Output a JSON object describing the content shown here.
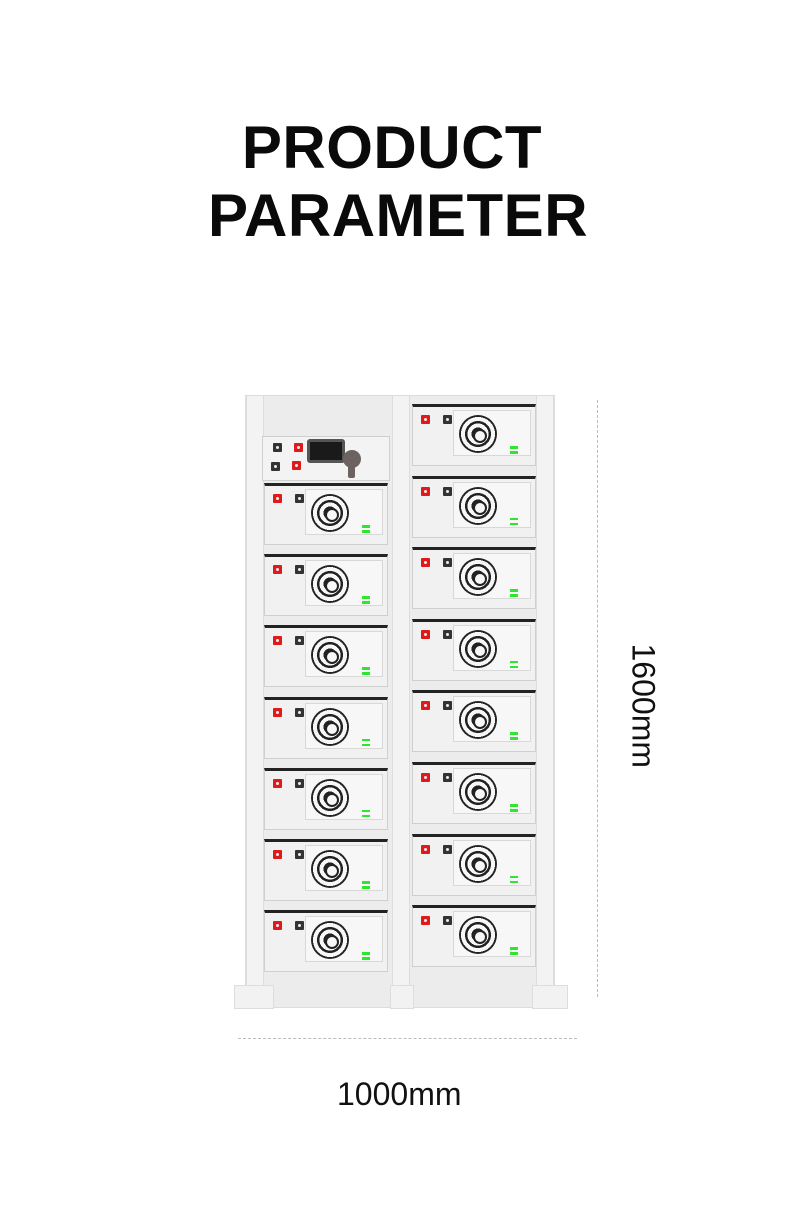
{
  "title": {
    "line1": "PRODUCT",
    "line2": "PARAMETER"
  },
  "dimensions": {
    "height": "1600mm",
    "width": "1000mm"
  },
  "cabinet": {
    "left_column_modules": 7,
    "right_column_modules": 8,
    "has_control_unit": true
  },
  "colors": {
    "positive_terminal": "#e01a1a",
    "negative_terminal": "#333333",
    "status_led": "#2ee62e",
    "frame": "#ececec"
  }
}
